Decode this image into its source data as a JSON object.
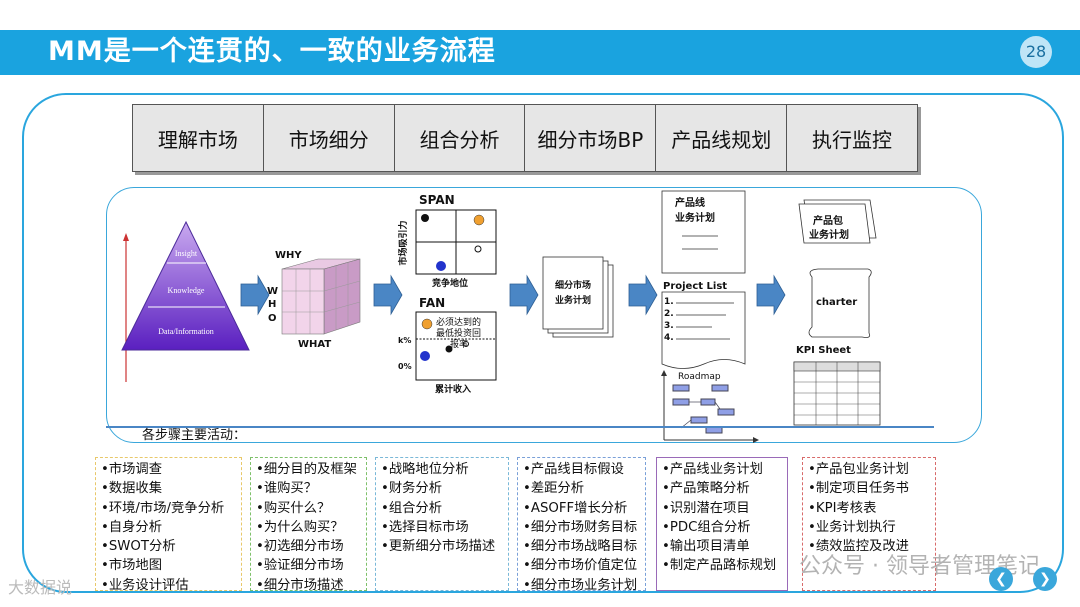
{
  "header": {
    "title": "MM是一个连贯的、一致的业务流程",
    "page_number": "28"
  },
  "steps": [
    "理解市场",
    "市场细分",
    "组合分析",
    "细分市场BP",
    "产品线规划",
    "执行监控"
  ],
  "diagram": {
    "pyramid": [
      "Insight",
      "Knowledge",
      "Data/Information"
    ],
    "cube": {
      "why": "WHY",
      "who": [
        "W",
        "H",
        "O"
      ],
      "what": "WHAT"
    },
    "span": {
      "title": "SPAN",
      "y_label": "市场吸引力",
      "x_label": "竞争地位"
    },
    "fan": {
      "title": "FAN",
      "note": "必须达到的最低投资回报率",
      "note_line1": "必须达到的",
      "note_line2": "最低投资回",
      "note_line3": "报率",
      "k_label": "k%",
      "zero_label": "0%",
      "x_label": "累计收入"
    },
    "bp_doc": {
      "line1": "细分市场",
      "line2": "业务计划"
    },
    "pl_doc": {
      "line1": "产品线",
      "line2": "业务计划"
    },
    "project_list": {
      "title": "Project List",
      "items": [
        "1.",
        "2.",
        "3.",
        "4."
      ]
    },
    "roadmap": "Roadmap",
    "pkg_doc": {
      "line1": "产品包",
      "line2": "业务计划"
    },
    "charter": "charter",
    "kpi": "KPI Sheet"
  },
  "activities_header": "各步骤主要活动：",
  "activities": [
    [
      "•市场调查",
      "•数据收集",
      "•环境/市场/竞争分析",
      "•自身分析",
      "•SWOT分析",
      "•市场地图",
      "•业务设计评估"
    ],
    [
      "•细分目的及框架",
      "•谁购买？",
      "•购买什么？",
      "•为什么购买？",
      "•初选细分市场",
      "•验证细分市场",
      "•细分市场描述"
    ],
    [
      "•战略地位分析",
      "•财务分析",
      "•组合分析",
      "•选择目标市场",
      "•更新细分市场描述"
    ],
    [
      "•产品线目标假设",
      "•差距分析",
      "•ASOFF增长分析",
      "•细分市场财务目标",
      "•细分市场战略目标",
      "•细分市场价值定位",
      "•细分市场业务计划"
    ],
    [
      "•产品线业务计划",
      "•产品策略分析",
      "•识别潜在项目",
      "•PDC组合分析",
      "•输出项目清单",
      "•制定产品路标规划"
    ],
    [
      "•产品包业务计划",
      "•制定项目任务书",
      "•KPI考核表",
      "•业务计划执行",
      "•绩效监控及改进"
    ]
  ],
  "watermark": "公众号 · 领导者管理笔记",
  "watermark_left": "大数据说",
  "colors": {
    "title_bar": "#1aa3df",
    "frame": "#2aa6de",
    "arrow": "#4a86c5"
  }
}
